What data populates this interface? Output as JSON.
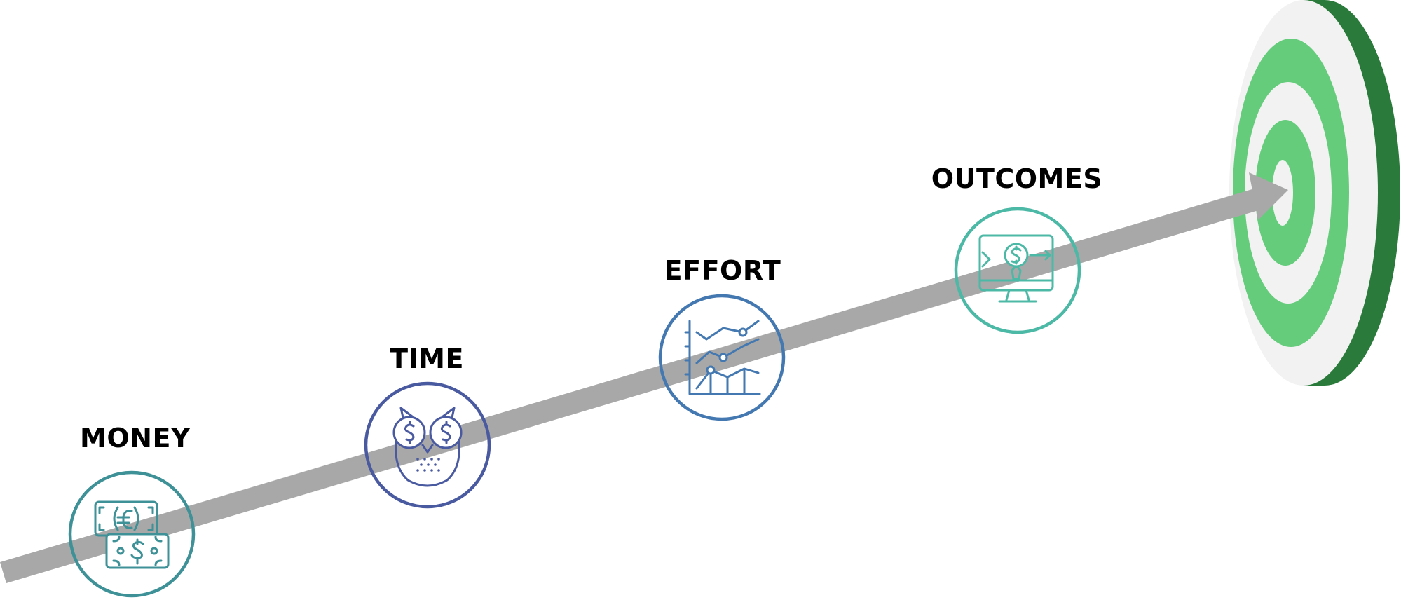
{
  "stages": [
    {
      "label": "MONEY",
      "icon": "money-exchange-icon",
      "color": "#3E9197"
    },
    {
      "label": "TIME",
      "icon": "owl-dollar-eyes-icon",
      "color": "#4A5AA0"
    },
    {
      "label": "EFFORT",
      "icon": "line-chart-icon",
      "color": "#4478B0"
    },
    {
      "label": "OUTCOMES",
      "icon": "monitor-dollar-funnel-icon",
      "color": "#4CB8A6"
    }
  ],
  "arrow": {
    "color": "#A8A8A8"
  },
  "target": {
    "icon": "target-icon",
    "colors": {
      "dark": "#2A7A3B",
      "light": "#65CC7C",
      "white": "#F2F2F2"
    }
  }
}
